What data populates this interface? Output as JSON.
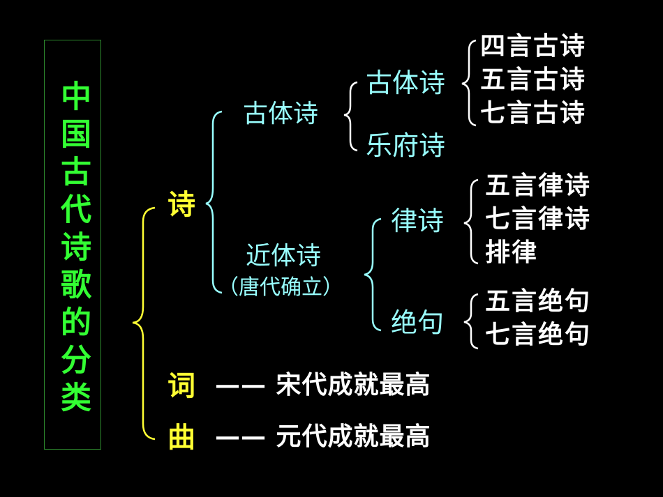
{
  "title": "中国古代诗歌的分类",
  "categories": {
    "shi": "诗",
    "ci": "词",
    "qu": "曲"
  },
  "shi_branches": {
    "guti": "古体诗",
    "jinti": "近体诗",
    "jinti_note": "（唐代确立）"
  },
  "guti_children": {
    "guti": "古体诗",
    "yuefu": "乐府诗"
  },
  "guti_items": [
    "四言古诗",
    "五言古诗",
    "七言古诗"
  ],
  "jinti_children": {
    "lushi": "律诗",
    "jueju": "绝句"
  },
  "lushi_items": [
    "五言律诗",
    "七言律诗",
    "排律"
  ],
  "jueju_items": [
    "五言绝句",
    "七言绝句"
  ],
  "ci_desc": "—— 宋代成就最高",
  "qu_desc": "—— 元代成就最高",
  "colors": {
    "title": "#33ff33",
    "category": "#ffff33",
    "branch": "#99ffff",
    "leaf": "#ffffff",
    "border": "#2e8b2e"
  }
}
